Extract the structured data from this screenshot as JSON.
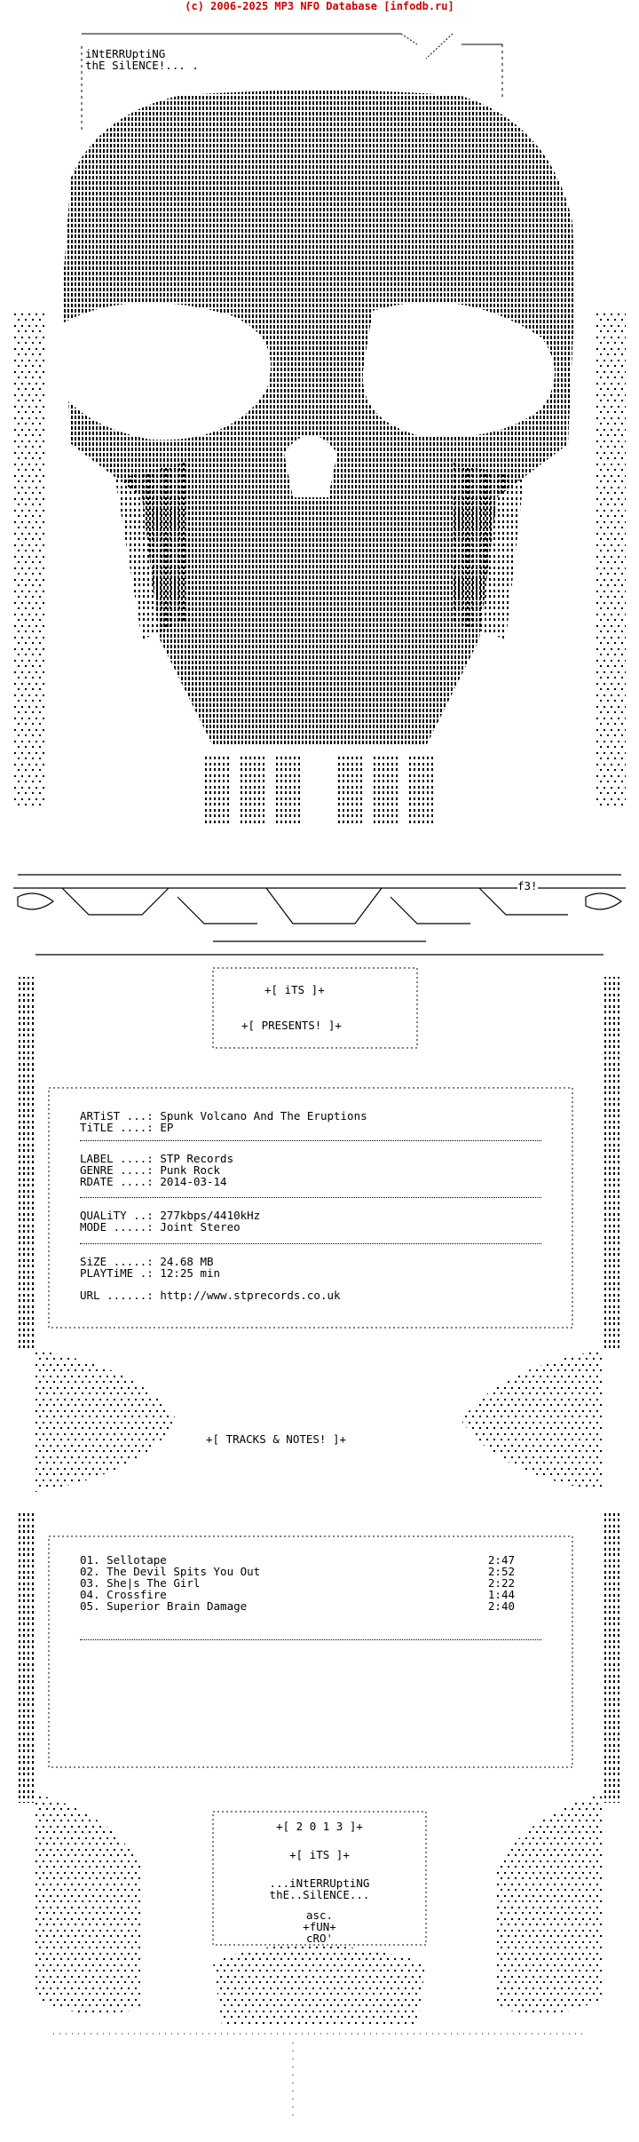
{
  "header": {
    "text": "(c) 2006-2025 MP3 NFO Database [infodb.ru]"
  },
  "intro": {
    "line1": "iNtERRUptiNG",
    "line2": "thE SilENCE!... ."
  },
  "logo": {
    "tag": "f3!"
  },
  "its": {
    "label": "+[ iTS ]+"
  },
  "presents": {
    "label": "+[ PRESENTS! ]+"
  },
  "release": {
    "artist_label": "ARTiST ...:",
    "artist": "Spunk Volcano And The Eruptions",
    "title_label": "TiTLE ....:",
    "title": "EP",
    "label_label": "LABEL ....:",
    "label": "STP Records",
    "genre_label": "GENRE ....:",
    "genre": "Punk Rock",
    "rdate_label": "RDATE ....:",
    "rdate": "2014-03-14",
    "quality_label": "QUALiTY ..:",
    "quality": "277kbps/4410kHz",
    "mode_label": "MODE .....:",
    "mode": "Joint Stereo",
    "size_label": "SiZE .....:",
    "size": "24.68 MB",
    "playtime_label": "PLAYTiME .:",
    "playtime": "12:25 min",
    "url_label": "URL ......:",
    "url": "http://www.stprecords.co.uk"
  },
  "tracks_header": {
    "label": "+[ TRACKS & NOTES! ]+"
  },
  "tracks": [
    {
      "title": "01. Sellotape",
      "duration": "2:47"
    },
    {
      "title": "02. The Devil Spits You Out",
      "duration": "2:52"
    },
    {
      "title": "03. She|s The Girl",
      "duration": "2:22"
    },
    {
      "title": "04. Crossfire",
      "duration": "1:44"
    },
    {
      "title": "05. Superior Brain Damage",
      "duration": "2:40"
    }
  ],
  "footer": {
    "year": "+[ 2 0 1 3 ]+",
    "its": "+[ iTS ]+",
    "line1": "...iNtERRUptiNG",
    "line2": "thE..SilENCE...",
    "credit1": "asc.",
    "credit2": "+fUN+",
    "credit3": "cRO'"
  }
}
